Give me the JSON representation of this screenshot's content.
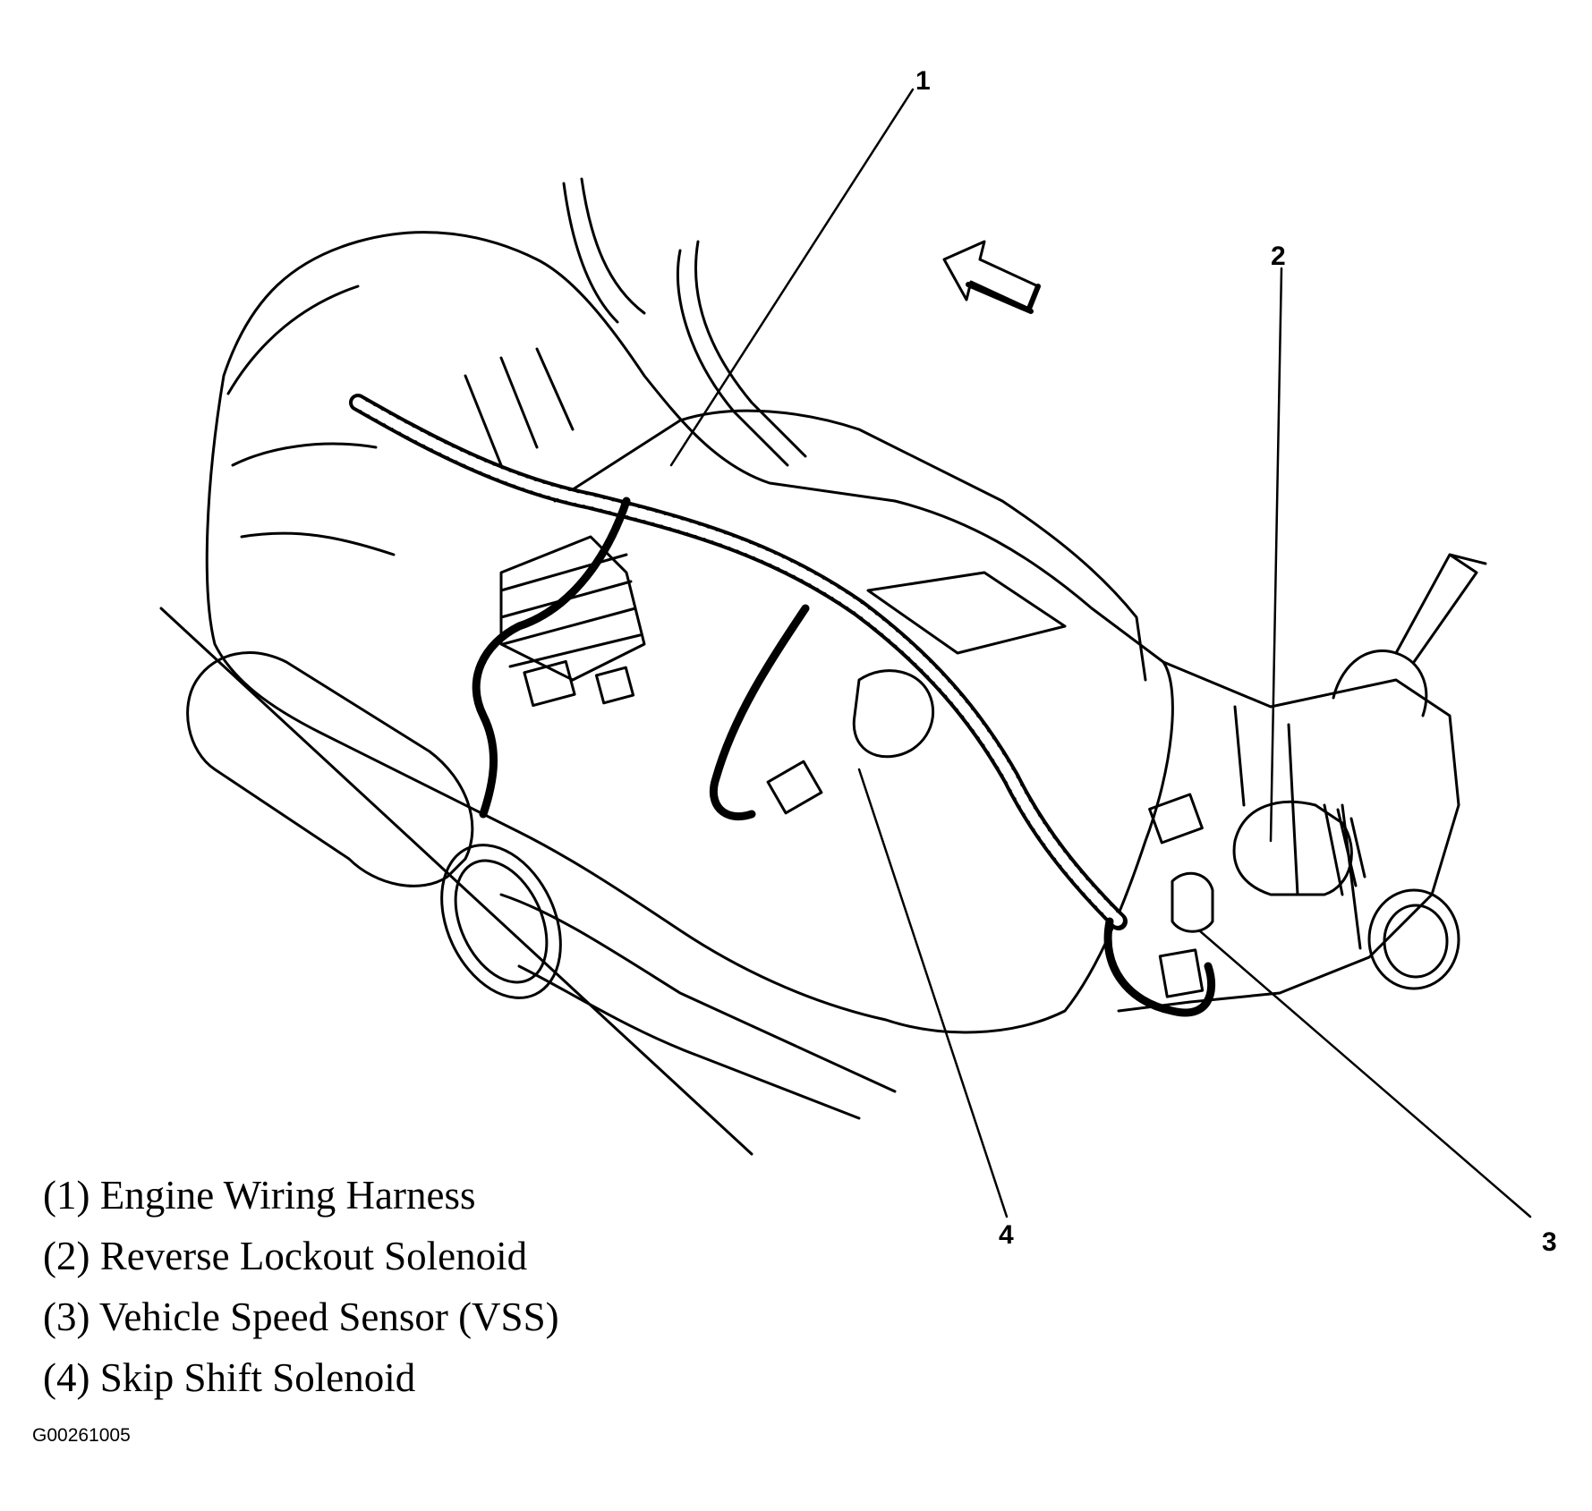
{
  "callouts": [
    {
      "number": "1",
      "label": "Engine Wiring Harness"
    },
    {
      "number": "2",
      "label": "Reverse Lockout Solenoid"
    },
    {
      "number": "3",
      "label": "Vehicle Speed Sensor (VSS)"
    },
    {
      "number": "4",
      "label": "Skip Shift Solenoid"
    }
  ],
  "legend": [
    "(1) Engine Wiring Harness",
    "(2) Reverse Lockout Solenoid",
    "(3) Vehicle Speed Sensor (VSS)",
    "(4) Skip Shift Solenoid"
  ],
  "figure_code": "G00261005",
  "colors": {
    "ink": "#000000",
    "paper": "#ffffff"
  }
}
